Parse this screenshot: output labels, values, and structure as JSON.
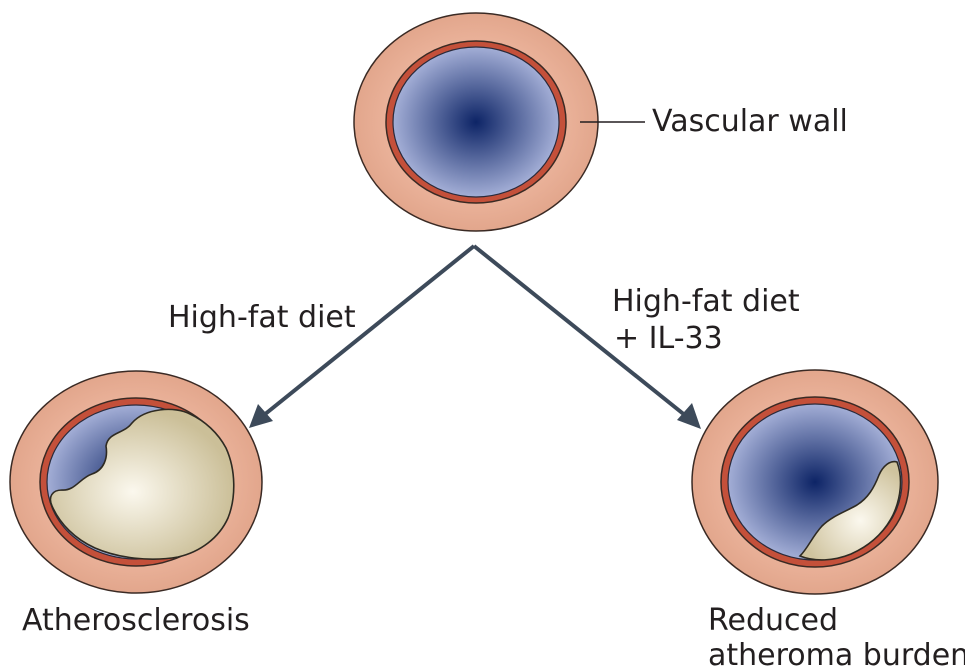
{
  "labels": {
    "vascular_wall": "Vascular wall",
    "left_arrow_line1": "High-fat diet",
    "right_arrow_line1": "High-fat diet",
    "right_arrow_line2": "+ IL-33",
    "left_outcome": "Atherosclerosis",
    "right_outcome_line1": "Reduced",
    "right_outcome_line2": "atheroma burden"
  },
  "colors": {
    "outer_wall": "#e8b199",
    "inner_ring": "#c4503a",
    "lumen_center": "#0d2466",
    "lumen_edge": "#a3aed6",
    "plaque_center": "#fbf8ee",
    "plaque_edge": "#cbbf98",
    "arrow": "#3d4a5a",
    "text": "#231f20"
  }
}
